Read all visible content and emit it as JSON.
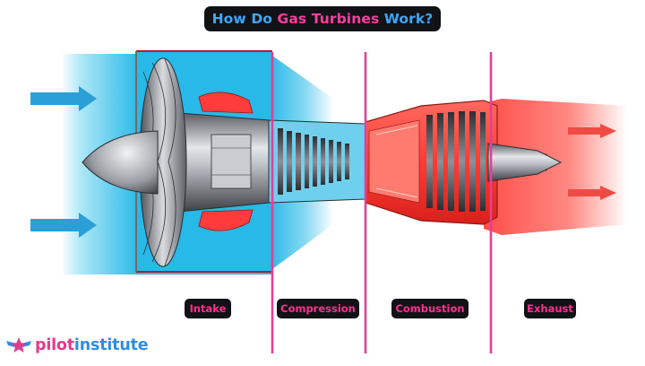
{
  "title": {
    "part1": "How Do ",
    "part2": "Gas Turbines",
    "part3": " Work?"
  },
  "stages": [
    "Intake",
    "Compression",
    "Combustion",
    "Exhaust"
  ],
  "brand": {
    "name_part1": "pilot",
    "name_part2": "institute",
    "icon": "star-wings-icon"
  },
  "colors": {
    "intake_blue": "#20b6e8",
    "exhaust_red": "#ff4a45",
    "divider_pink": "#e0409a",
    "label_text_pink": "#ff2f8f",
    "title_blue": "#3aa8ff",
    "title_pink": "#ff3da0",
    "brand_blue": "#2f8ee0",
    "brand_pink": "#e23b8e"
  }
}
